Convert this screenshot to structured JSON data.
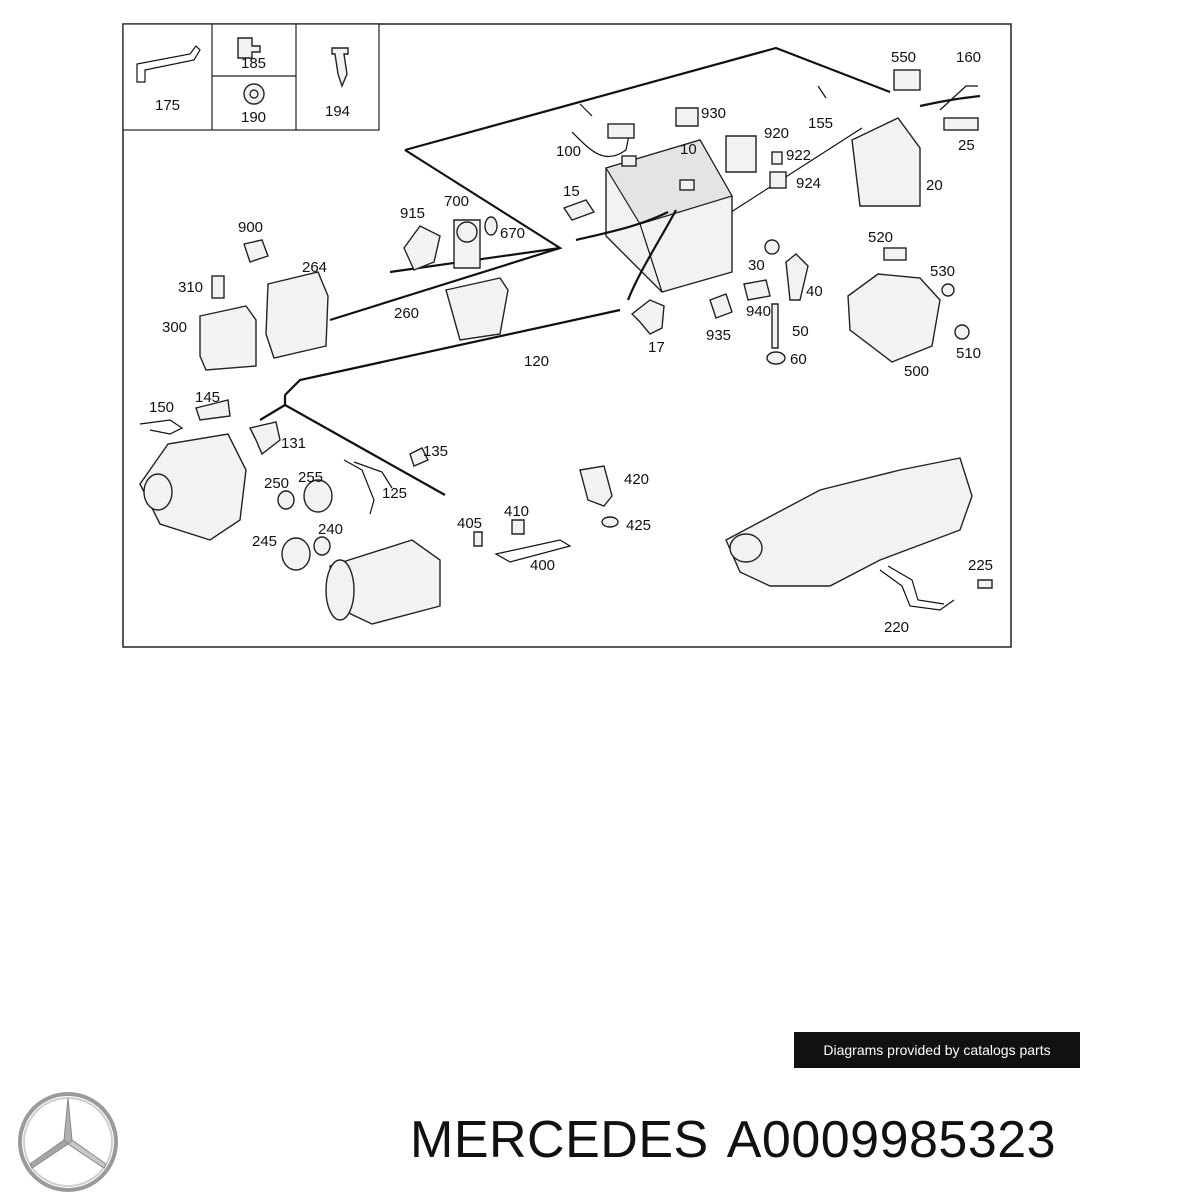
{
  "diagram": {
    "labels": [
      "175",
      "185",
      "190",
      "194",
      "550",
      "160",
      "930",
      "155",
      "920",
      "922",
      "924",
      "25",
      "20",
      "100",
      "10",
      "15",
      "915",
      "700",
      "670",
      "900",
      "264",
      "310",
      "300",
      "260",
      "120",
      "30",
      "40",
      "520",
      "530",
      "940",
      "50",
      "60",
      "935",
      "17",
      "500",
      "510",
      "150",
      "145",
      "131",
      "135",
      "250",
      "255",
      "125",
      "420",
      "425",
      "410",
      "405",
      "400",
      "245",
      "240",
      "225",
      "220"
    ]
  },
  "credit": {
    "text": "Diagrams provided by catalogs parts"
  },
  "footer": {
    "brand": "MERCEDES",
    "part_number": "A0009985323"
  }
}
